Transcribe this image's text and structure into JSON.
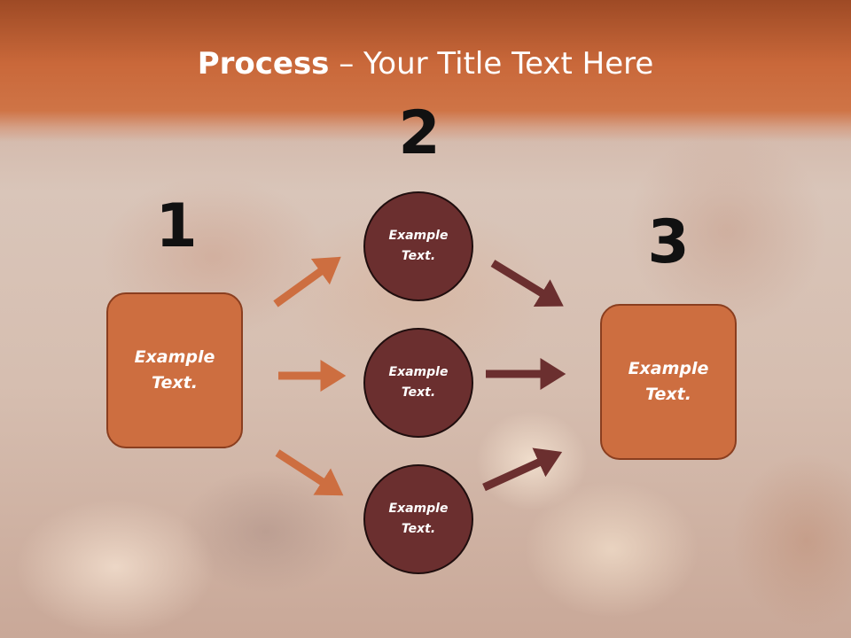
{
  "title": {
    "bold": "Process",
    "rest": " – Your Title Text Here"
  },
  "steps": [
    {
      "number": "1",
      "label": "Example Text."
    },
    {
      "number": "2",
      "label": "Example Text."
    },
    {
      "number": "3",
      "label": "Example Text."
    }
  ],
  "circles": [
    {
      "label": "Example Text."
    },
    {
      "label": "Example Text."
    },
    {
      "label": "Example Text."
    }
  ],
  "colors": {
    "orange": "#cd6e40",
    "maroon": "#6b2f2f",
    "header": "#c9683a"
  }
}
